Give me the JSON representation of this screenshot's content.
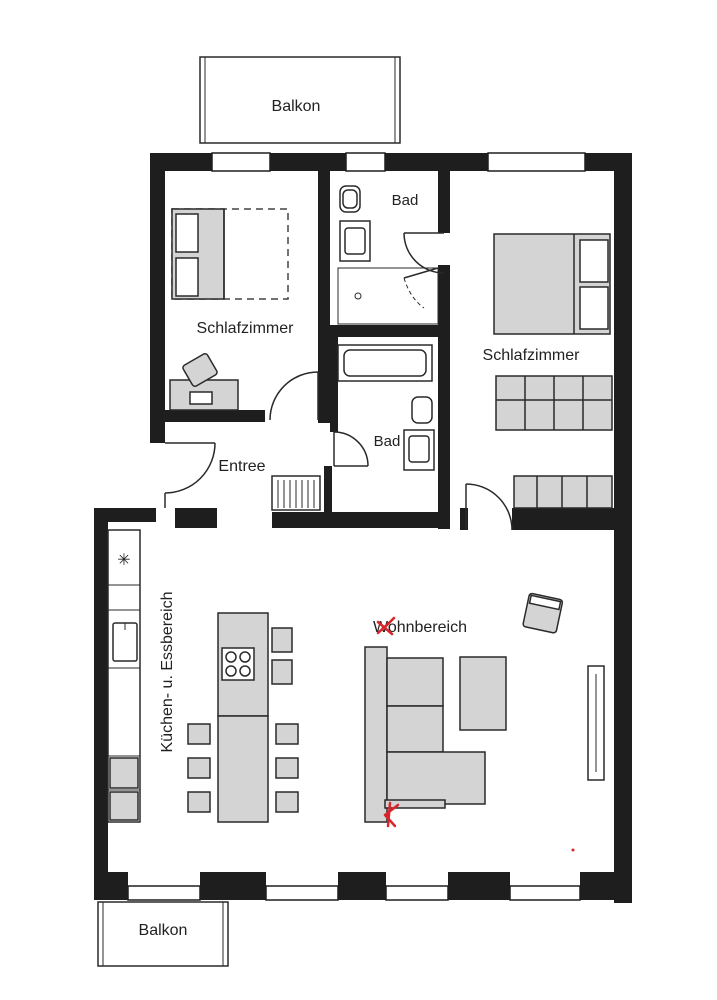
{
  "rooms": {
    "balcony_top": "Balkon",
    "bedroom_left": "Schlafzimmer",
    "bath_top": "Bad",
    "bath_middle": "Bad",
    "bedroom_right": "Schlafzimmer",
    "entrance": "Entree",
    "kitchen_dining": "Küchen- u. Essbereich",
    "living": "Wohnbereich",
    "balcony_bottom": "Balkon"
  },
  "symbols": {
    "freezer": "✳"
  },
  "colors": {
    "wall": "#1e1e1e",
    "furniture_fill": "#d4d4d4",
    "annotation_red": "#d8262c"
  },
  "icons": [
    "snowflake-icon",
    "cooktop-icon",
    "sink-icon",
    "toilet-icon",
    "bathtub-icon",
    "bed-icon"
  ]
}
